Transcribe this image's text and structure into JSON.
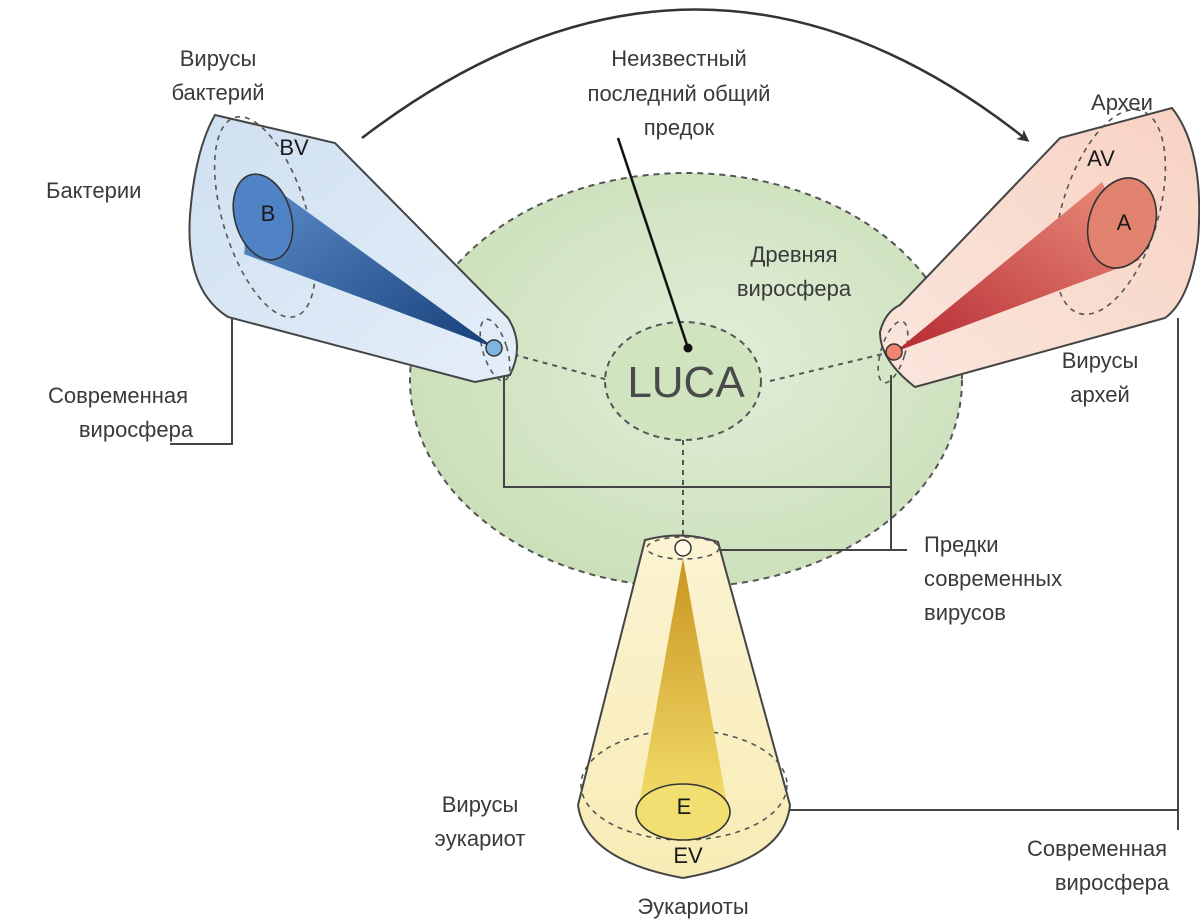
{
  "labels": {
    "bacteria_viruses": [
      "Вирусы",
      "бактерий"
    ],
    "bacteria": "Бактерии",
    "bv": "BV",
    "b": "B",
    "modern_virosphere_left": [
      "Современная",
      "виросфера"
    ],
    "unknown_ancestor": [
      "Неизвестный",
      "последний общий",
      "предок"
    ],
    "ancient_virosphere": [
      "Древняя",
      "виросфера"
    ],
    "luca": "LUCA",
    "archaea": "Археи",
    "av": "AV",
    "a": "A",
    "archaea_viruses": [
      "Вирусы",
      "архей"
    ],
    "modern_virus_ancestors": [
      "Предки",
      "современных",
      "вирусов"
    ],
    "eukaryote_viruses": [
      "Вирусы",
      "эукариот"
    ],
    "e": "E",
    "ev": "EV",
    "eukaryotes": "Эукариоты",
    "modern_virosphere_right": [
      "Современная",
      "виросфера"
    ]
  },
  "colors": {
    "ancient_virosphere": "#d3e5c4",
    "bacteria_cone": "#d6e5f2",
    "bacteria_core": "#1e4f8e",
    "archaea_cone": "#f7d9cc",
    "archaea_core": "#c5333a",
    "eukaryote_cone": "#fbf0c3",
    "eukaryote_core": "#d9a52c"
  }
}
